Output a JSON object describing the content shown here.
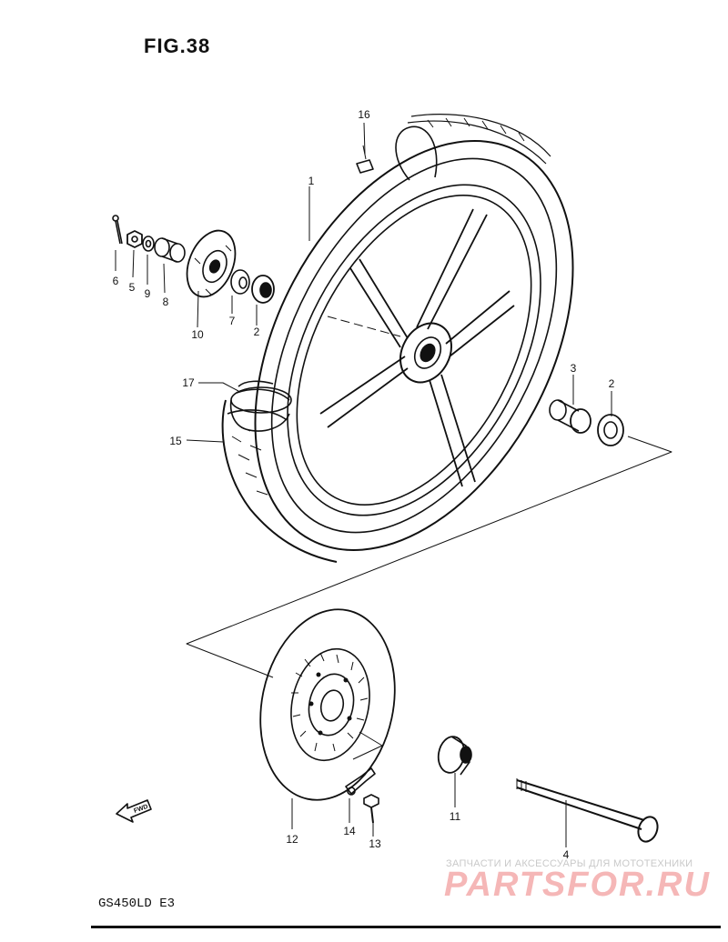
{
  "figure": {
    "title": "FIG.38",
    "model_code": "GS450LD  E3"
  },
  "watermark": {
    "subtitle": "ЗАПЧАСТИ И АКСЕССУАРЫ ДЛЯ МОТОТЕХНИКИ",
    "logo": "PARTSFOR.RU",
    "color": "#f5b7b7"
  },
  "direction_marker": "FWD",
  "parts": [
    {
      "number": "1"
    },
    {
      "number": "2"
    },
    {
      "number": "2"
    },
    {
      "number": "3"
    },
    {
      "number": "4"
    },
    {
      "number": "5"
    },
    {
      "number": "6"
    },
    {
      "number": "7"
    },
    {
      "number": "8"
    },
    {
      "number": "9"
    },
    {
      "number": "10"
    },
    {
      "number": "11"
    },
    {
      "number": "12"
    },
    {
      "number": "13"
    },
    {
      "number": "14"
    },
    {
      "number": "15"
    },
    {
      "number": "16"
    },
    {
      "number": "17"
    }
  ]
}
